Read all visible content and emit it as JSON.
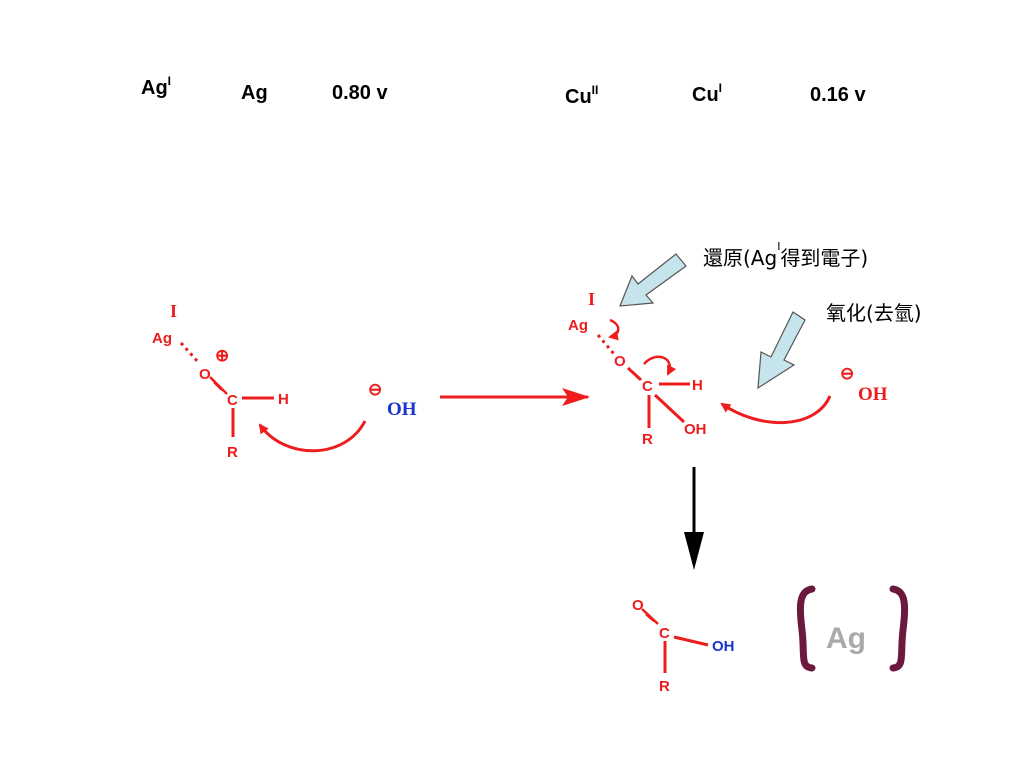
{
  "potentials": {
    "ag": {
      "oxidized": "Ag",
      "oxidized_sup": "I",
      "reduced": "Ag",
      "potential": "0.80 v"
    },
    "cu": {
      "oxidized": "Cu",
      "oxidized_sup": "II",
      "reduced": "Cu",
      "reduced_sup": "I",
      "potential": "0.16 v"
    }
  },
  "annotations": {
    "reduction_pre": "還原(Ag",
    "reduction_sup": "I",
    "reduction_post": "得到電子)",
    "oxidation": "氧化(去氫)"
  },
  "mechanism": {
    "reactant": {
      "iodide": "I",
      "silver": "Ag",
      "oxygen": "O",
      "carbon": "C",
      "hydrogen": "H",
      "r_group": "R",
      "charge": "⊕"
    },
    "hydroxide": {
      "charge": "⊖",
      "label": "OH"
    },
    "intermediate": {
      "iodide": "I",
      "silver": "Ag",
      "oxygen": "O",
      "carbon": "C",
      "hydrogen": "H",
      "hydroxyl": "OH",
      "r_group": "R"
    },
    "hydroxide2": {
      "charge": "⊖",
      "label": "OH"
    },
    "product": {
      "oxygen": "O",
      "carbon": "C",
      "hydroxyl": "OH",
      "r_group": "R"
    },
    "silver_product": "Ag"
  },
  "colors": {
    "reaction": "#ee1c1c",
    "hydroxide": "#1a33cc",
    "bracket": "#6b1a3d",
    "silver_gray": "#aaaaaa",
    "callout_fill": "#c6e4ec"
  }
}
